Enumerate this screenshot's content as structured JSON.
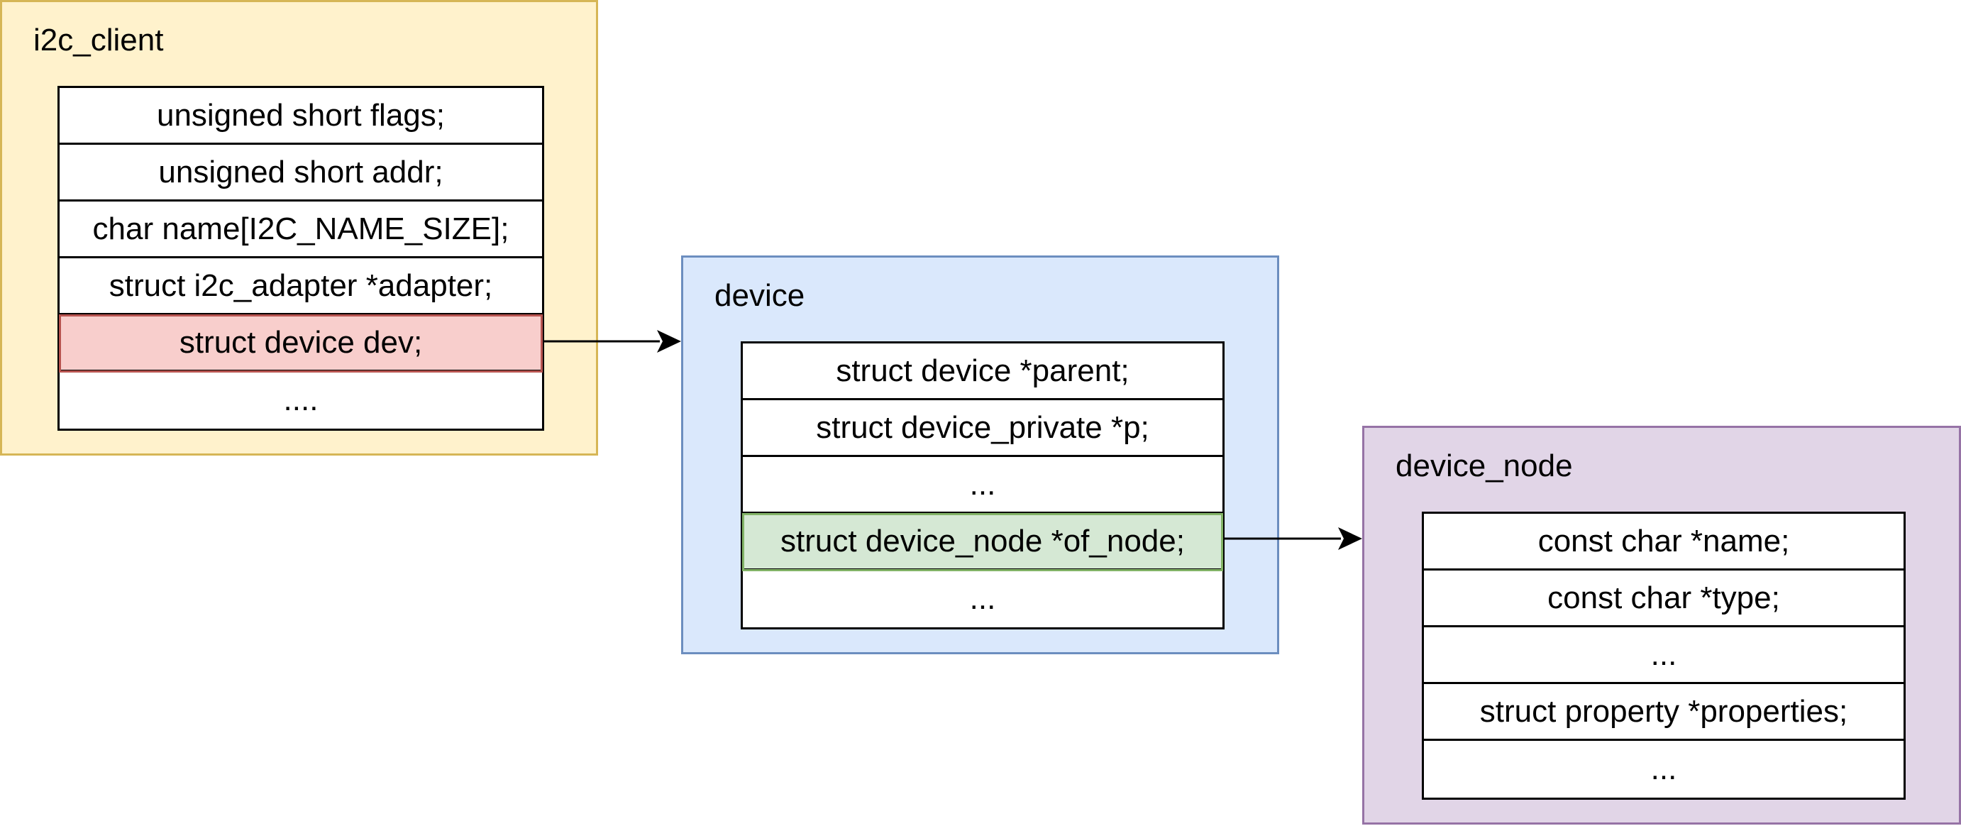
{
  "colors": {
    "i2c_client_fill": "#fff2cc",
    "i2c_client_border": "#d6b656",
    "device_fill": "#dae8fc",
    "device_border": "#6c8ebf",
    "device_node_fill": "#e1d5e7",
    "device_node_border": "#9673a6",
    "highlight_red_fill": "#f8cecc",
    "highlight_red_border": "#b85450",
    "highlight_green_fill": "#d5e8d4",
    "highlight_green_border": "#82b366",
    "arrow": "#000000"
  },
  "i2c_client": {
    "title": "i2c_client",
    "fields": [
      "unsigned short flags;",
      "unsigned short addr;",
      "char name[I2C_NAME_SIZE];",
      "struct i2c_adapter *adapter;",
      "struct device dev;",
      "...."
    ]
  },
  "device": {
    "title": "device",
    "fields": [
      "struct device *parent;",
      "struct device_private *p;",
      "...",
      "struct device_node  *of_node;",
      "..."
    ]
  },
  "device_node": {
    "title": "device_node",
    "fields": [
      "const char *name;",
      "const char *type;",
      "...",
      "struct property *properties;",
      "..."
    ]
  }
}
